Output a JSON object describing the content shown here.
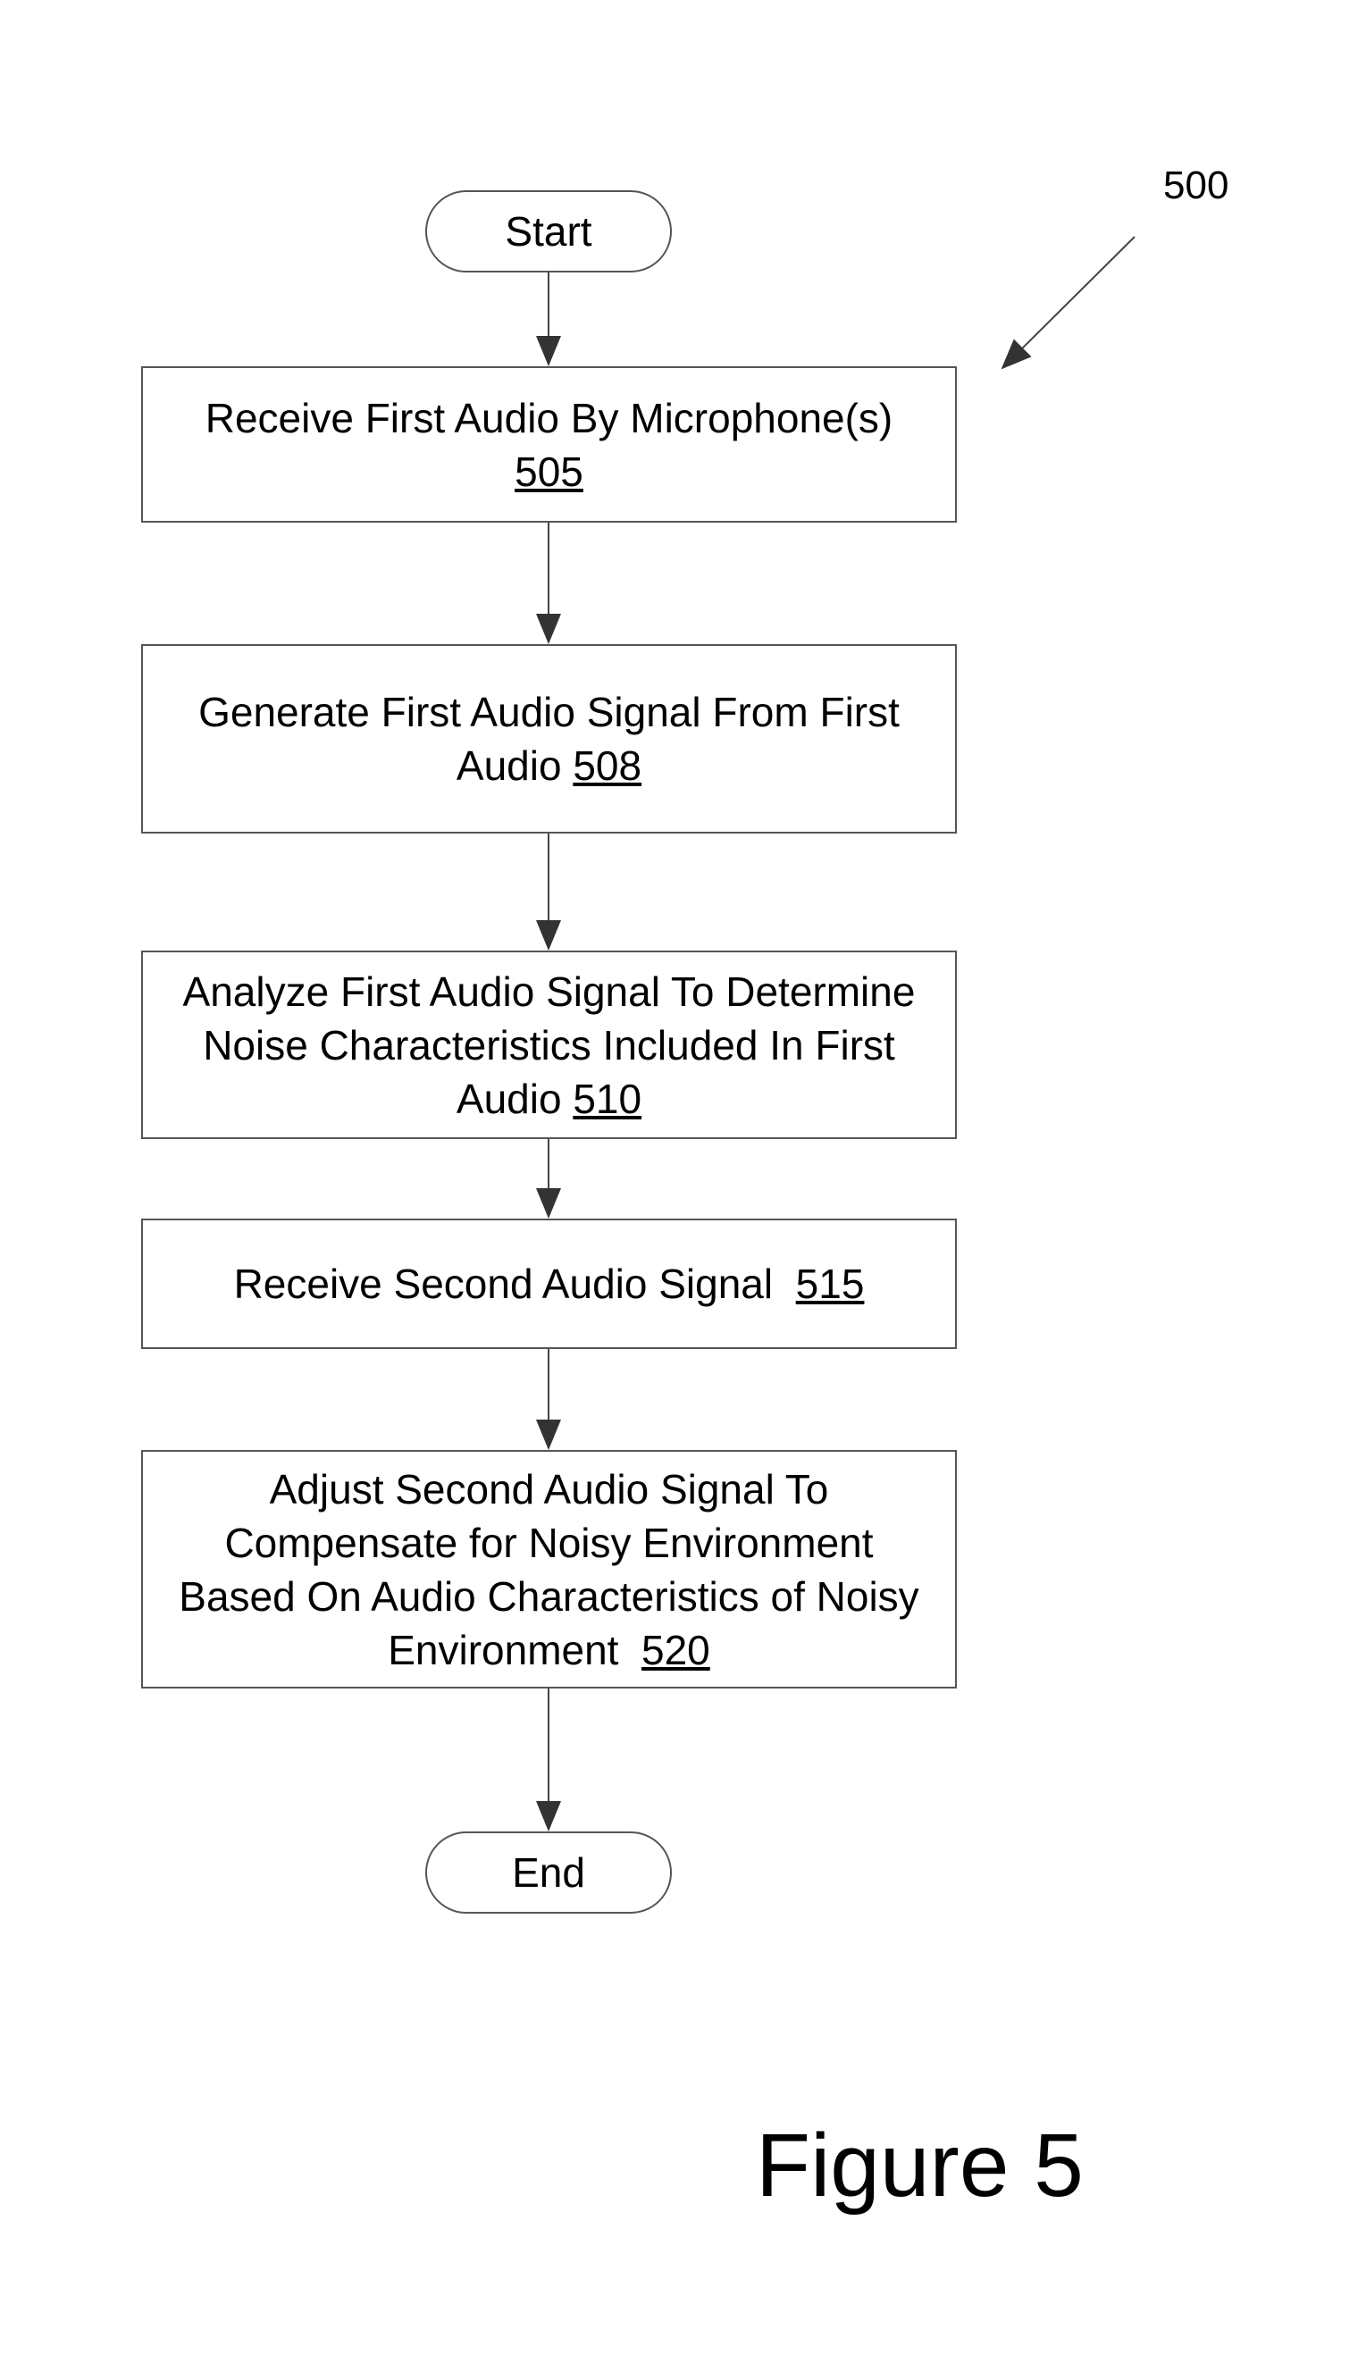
{
  "diagram": {
    "reference_number": "500",
    "caption": "Figure 5",
    "start_label": "Start",
    "end_label": "End",
    "steps": [
      {
        "lines": [
          "Receive First Audio By Microphone(s)"
        ],
        "trailing": "",
        "ref": "505"
      },
      {
        "lines": [
          "Generate First Audio Signal From First"
        ],
        "trailing": "Audio ",
        "ref": "508"
      },
      {
        "lines": [
          "Analyze First Audio Signal To Determine",
          "Noise Characteristics Included In First"
        ],
        "trailing": "Audio ",
        "ref": "510"
      },
      {
        "lines": [],
        "trailing": "Receive Second Audio Signal  ",
        "ref": "515"
      },
      {
        "lines": [
          "Adjust Second Audio Signal To",
          "Compensate for Noisy Environment",
          "Based On Audio Characteristics of Noisy"
        ],
        "trailing": "Environment  ",
        "ref": "520"
      }
    ]
  }
}
